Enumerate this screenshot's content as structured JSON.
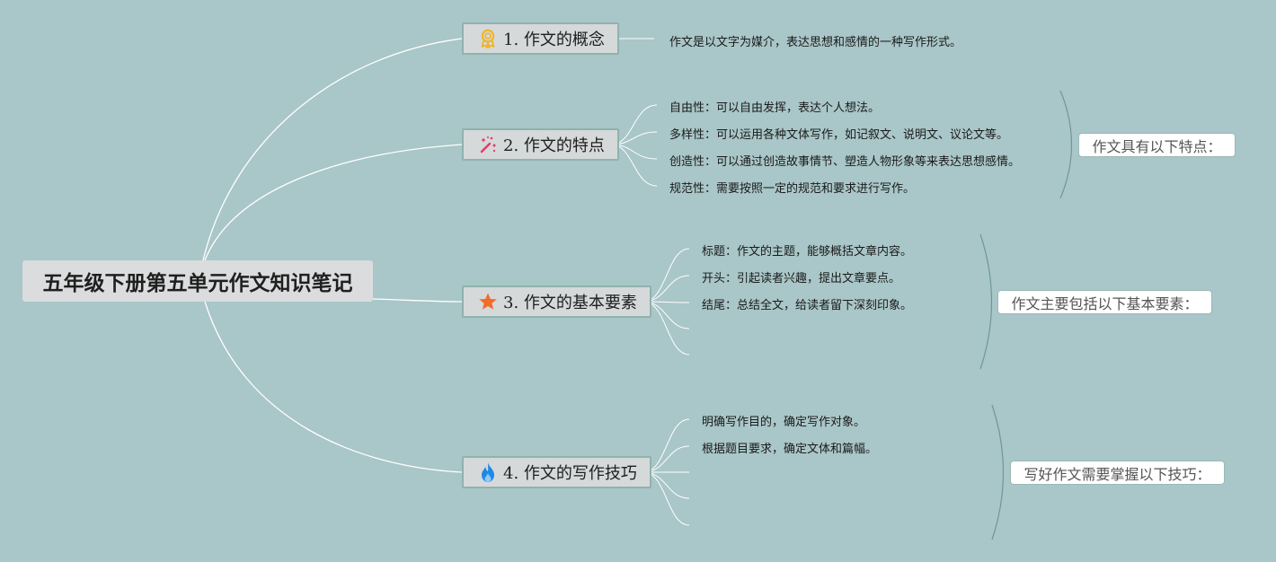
{
  "root": {
    "label": "五年级下册第五单元作文知识笔记"
  },
  "topics": [
    {
      "label": "1. 作文的概念",
      "icon": "award-ribbon-icon",
      "leaves": [
        "作文是以文字为媒介，表达思想和感情的一种写作形式。"
      ]
    },
    {
      "label": "2. 作文的特点",
      "icon": "magic-wand-icon",
      "leaves": [
        "自由性：可以自由发挥，表达个人想法。",
        "多样性：可以运用各种文体写作，如记叙文、说明文、议论文等。",
        "创造性：可以通过创造故事情节、塑造人物形象等来表达思想感情。",
        "规范性：需要按照一定的规范和要求进行写作。"
      ],
      "summary": "作文具有以下特点："
    },
    {
      "label": "3. 作文的基本要素",
      "icon": "star-icon",
      "leaves": [
        "标题：作文的主题，能够概括文章内容。",
        "开头：引起读者兴趣，提出文章要点。",
        "结尾：总结全文，给读者留下深刻印象。",
        "",
        ""
      ],
      "summary": "作文主要包括以下基本要素："
    },
    {
      "label": "4. 作文的写作技巧",
      "icon": "flame-icon",
      "leaves": [
        "明确写作目的，确定写作对象。",
        "根据题目要求，确定文体和篇幅。",
        "",
        "",
        ""
      ],
      "summary": "写好作文需要掌握以下技巧："
    }
  ],
  "colors": {
    "background": "#a9c6c8",
    "line": "#ffffff",
    "brace": "#6f9892",
    "award": "#f0b323",
    "wand": "#e8366b",
    "star": "#f26b2a",
    "flame": "#1e88e5"
  }
}
